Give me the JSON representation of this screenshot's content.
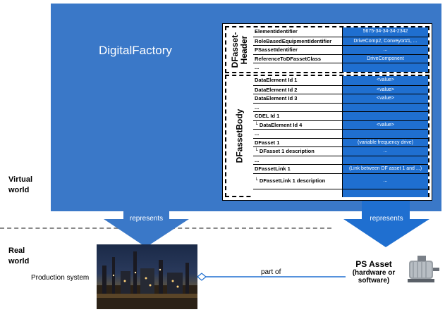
{
  "digital_factory": {
    "title": "DigitalFactory"
  },
  "labels": {
    "virtual_world": "Virtual world",
    "real_world": "Real world",
    "represents_left": "represents",
    "represents_right": "represents",
    "production_system": "Production system",
    "part_of": "part of",
    "ps_asset_title": "PS Asset",
    "ps_asset_sub": "(hardware or software)"
  },
  "header": {
    "label": "DFasset-Header",
    "rows": [
      {
        "key": "ElementIdentifier",
        "value": "5675-34-34-34-2342"
      },
      {
        "key": "RoleBasedEquipmentIdentifier",
        "value": "DriveComp2, Conveyor#1, ..."
      },
      {
        "key": "PSassetIdentifier",
        "value": "..."
      },
      {
        "key": "ReferenceToDFassetClass",
        "value": "DriveComponent"
      },
      {
        "key": "...",
        "value": ""
      }
    ]
  },
  "body": {
    "label": "DFassetBody",
    "rows": [
      {
        "key": "DataElement Id 1",
        "value": "<value>"
      },
      {
        "key": "DataElement Id 2",
        "value": "<value>"
      },
      {
        "key": "DataElement Id 3",
        "value": "<value>"
      },
      {
        "key": "...",
        "value": ""
      },
      {
        "key": "CDEL Id 1",
        "value": ""
      },
      {
        "key": "DataElement Id 4",
        "value": "<value>"
      },
      {
        "key": "...",
        "value": ""
      },
      {
        "key": "DFasset 1",
        "value": "(variable frequency drive)"
      },
      {
        "key": "DFasset 1 description",
        "value": "..."
      },
      {
        "key": "...",
        "value": ""
      },
      {
        "key": "DFassetLink 1",
        "value": "(Link between DF asset 1 and ...)"
      },
      {
        "key": "DFassetLink 1 description",
        "value": "..."
      },
      {
        "key": "",
        "value": ""
      }
    ]
  },
  "colors": {
    "df_blue": "#3a78c8",
    "cell_blue": "#1f6fd0"
  }
}
